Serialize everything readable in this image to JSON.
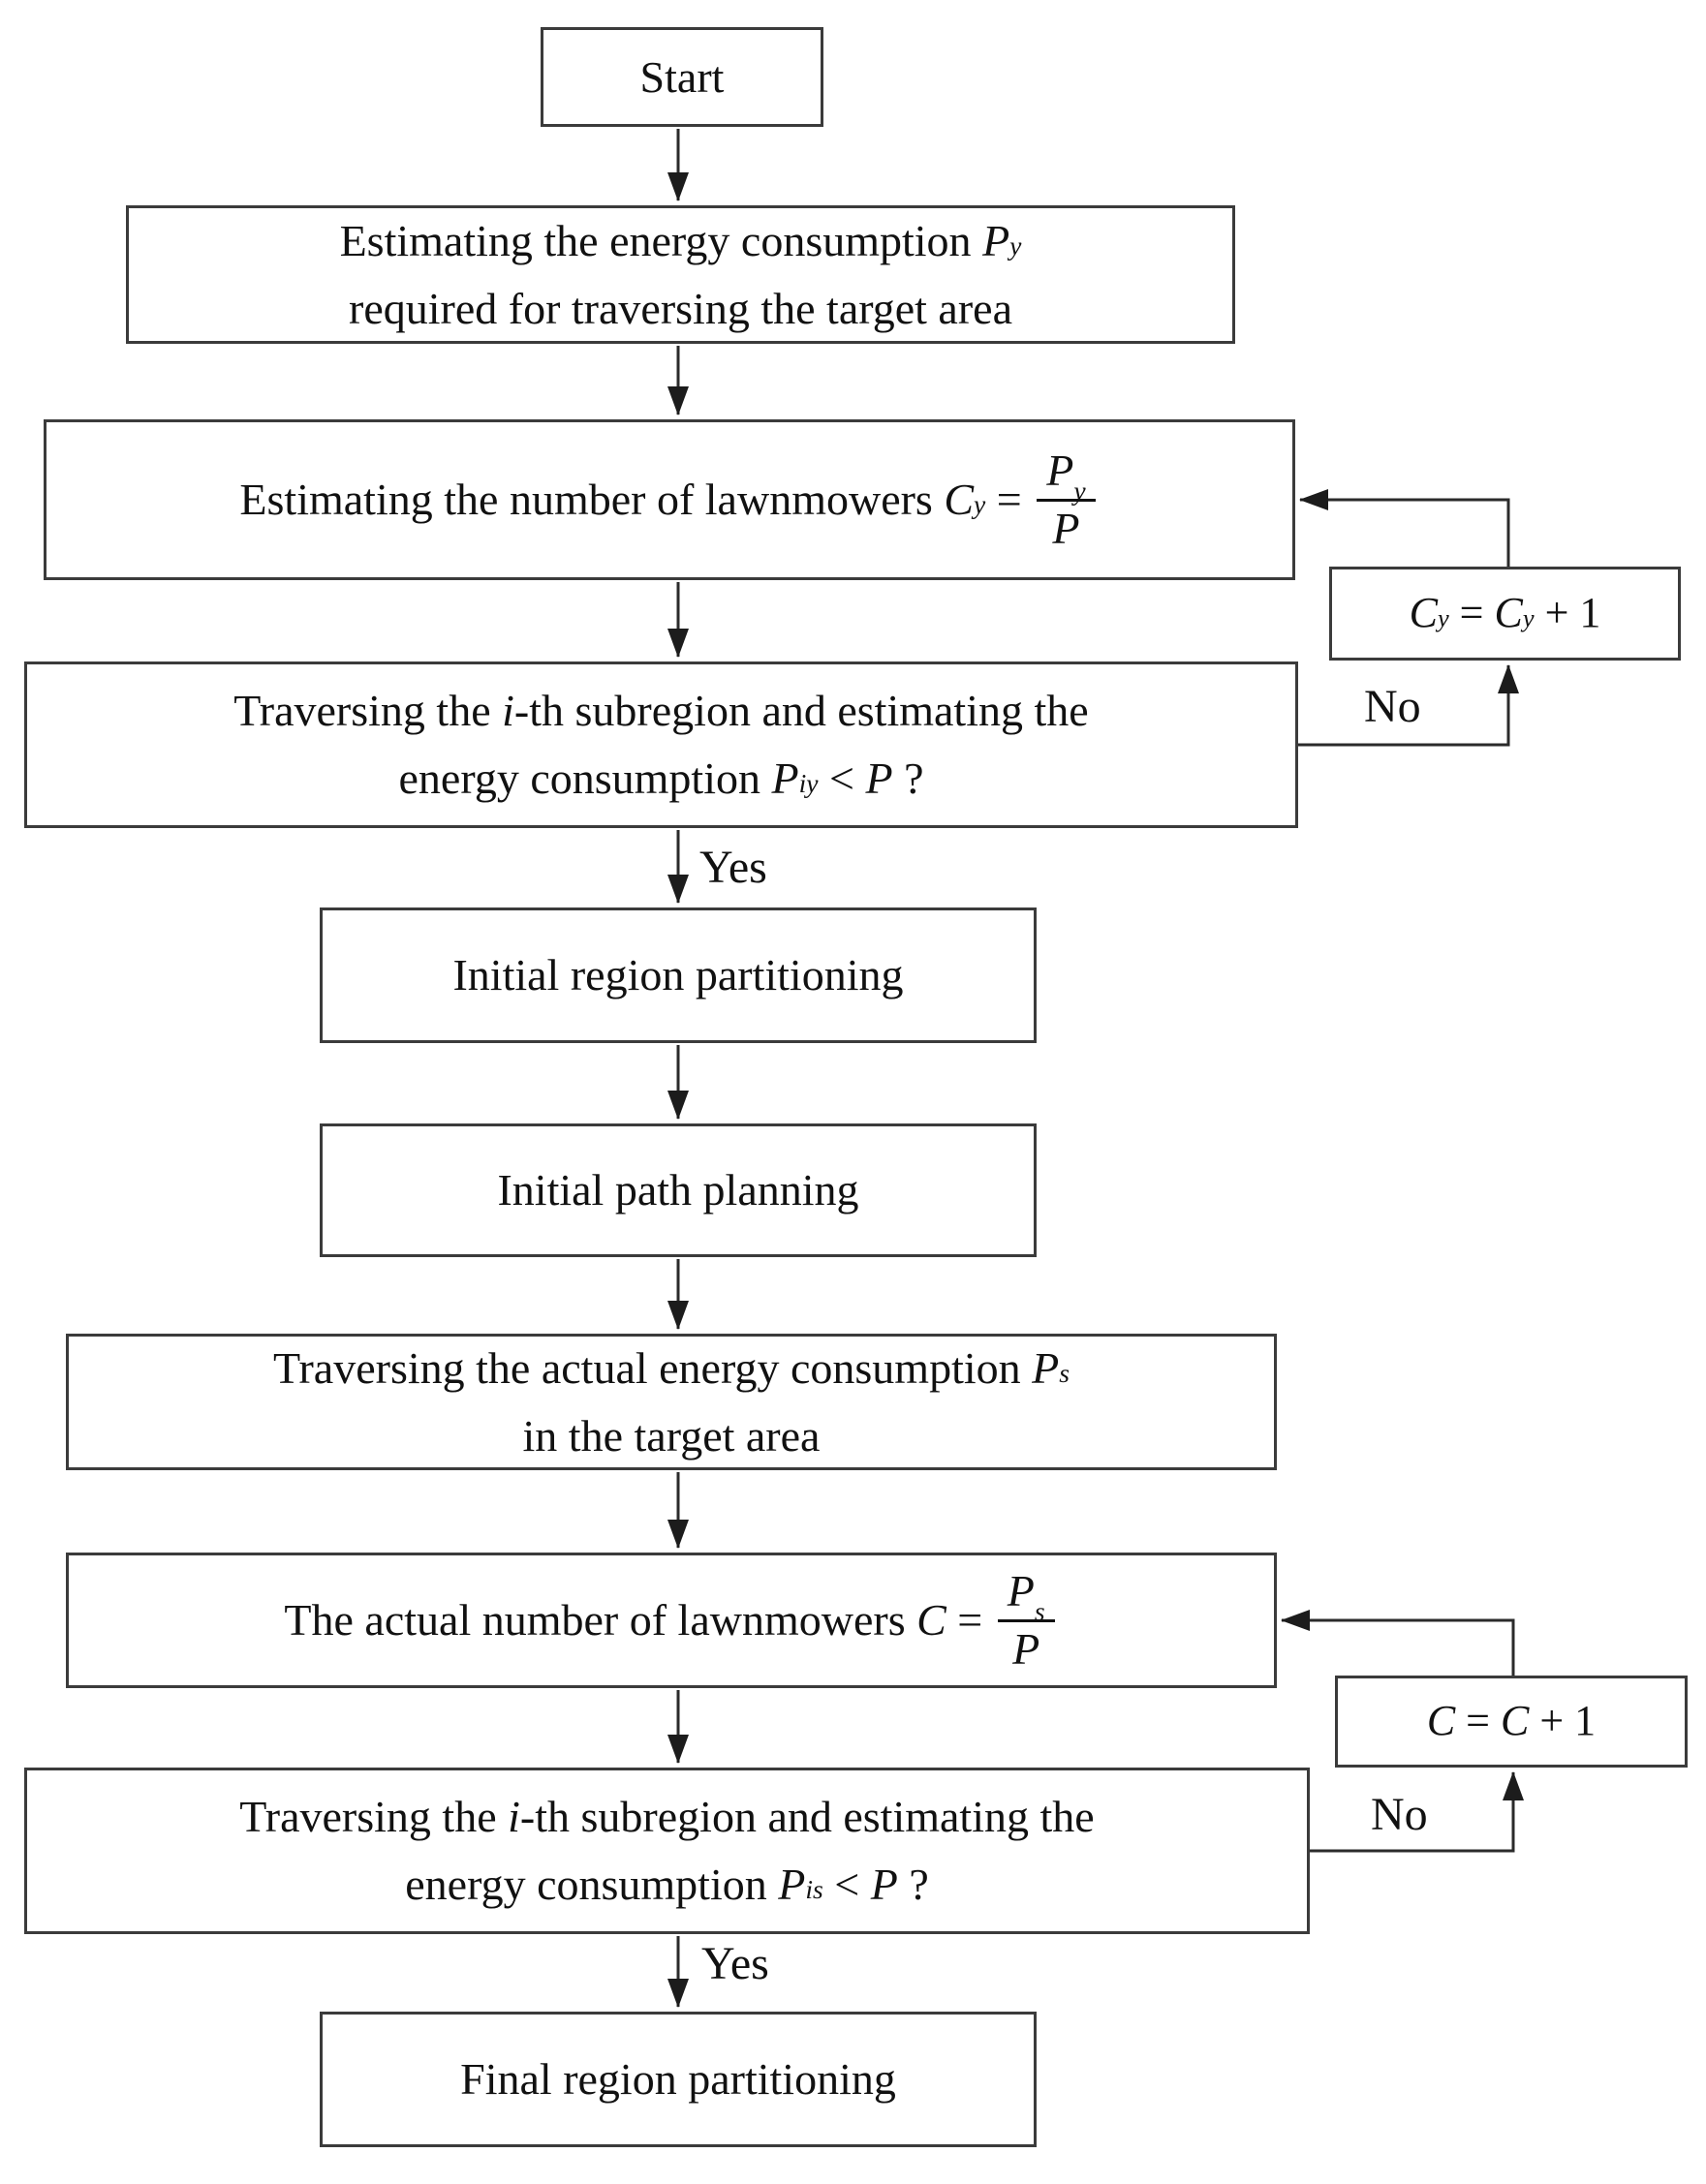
{
  "canvas": {
    "background": "#ffffff",
    "box_border_color": "#3b3b3b",
    "line_color": "#2b2b2b",
    "text_color": "#111111"
  },
  "nodes": {
    "start": {
      "label": "Start"
    },
    "estimate_energy": {
      "line1_pre": "Estimating the energy consumption ",
      "line1_var": "P",
      "line1_sub": "y",
      "line2": "required for traversing the target area"
    },
    "estimate_number": {
      "pre": "Estimating the number of lawnmowers ",
      "var": "C",
      "var_sub": "y",
      "eq": " = ",
      "frac_num_var": "P",
      "frac_num_sub": "y",
      "frac_den": "P"
    },
    "decision1": {
      "line1_pre": "Traversing the ",
      "line1_ivar": "i",
      "line1_post": "-th subregion and estimating the",
      "line2_pre": "energy consumption ",
      "line2_var": "P",
      "line2_sub": "iy",
      "line2_rel": " < ",
      "line2_var2": "P",
      "line2_q": " ?"
    },
    "cy_update": {
      "var1": "C",
      "sub1": "y",
      "eq": " = ",
      "var2": "C",
      "sub2": "y",
      "plus": " + 1"
    },
    "initial_region": {
      "label": "Initial region partitioning"
    },
    "initial_path": {
      "label": "Initial path planning"
    },
    "actual_energy": {
      "line1_pre": "Traversing the actual energy consumption ",
      "line1_var": "P",
      "line1_sub": "s",
      "line2": "in the target area"
    },
    "actual_number": {
      "pre": "The actual number of lawnmowers ",
      "var": "C",
      "eq": " = ",
      "frac_num_var": "P",
      "frac_num_sub": "s",
      "frac_den": "P"
    },
    "c_update": {
      "var1": "C",
      "eq": " = ",
      "var2": "C",
      "plus": " + 1"
    },
    "decision2": {
      "line1_pre": "Traversing the ",
      "line1_ivar": "i",
      "line1_post": "-th subregion and estimating the",
      "line2_pre": "energy consumption ",
      "line2_var": "P",
      "line2_sub": "is",
      "line2_rel": " < ",
      "line2_var2": "P",
      "line2_q": " ?"
    },
    "final_region": {
      "label": "Final region partitioning"
    }
  },
  "edge_labels": {
    "yes1": "Yes",
    "no1": "No",
    "yes2": "Yes",
    "no2": "No"
  }
}
